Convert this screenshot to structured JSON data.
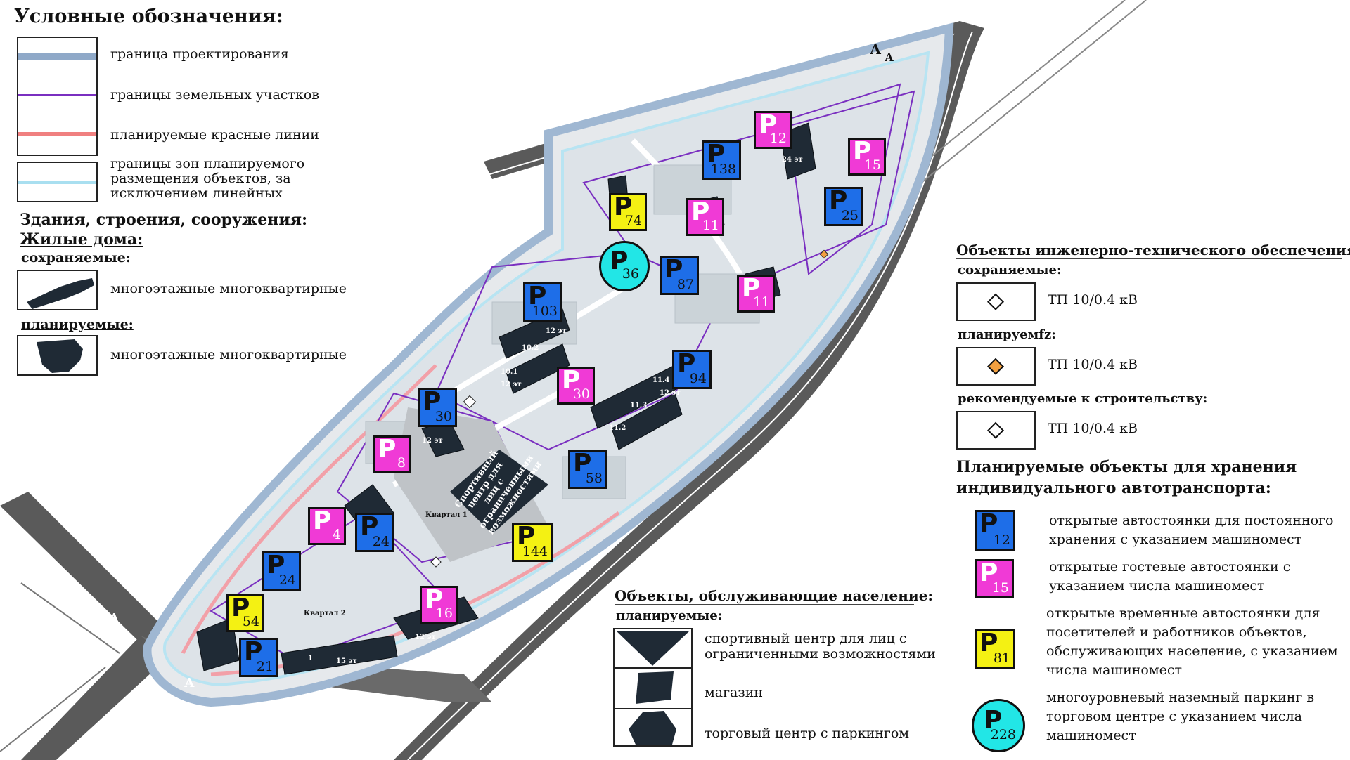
{
  "legend": {
    "title": "Условные обозначения:",
    "boundaries": [
      {
        "label": "граница проектирования",
        "color": "#8fa9c8"
      },
      {
        "label": "границы земельных участков",
        "color": "#7a2fc0"
      },
      {
        "label": "планируемые красные линии",
        "color": "#f08080"
      },
      {
        "label": "границы зон планируемого размещения объектов, за исключением линейных",
        "color": "#a9dff0"
      }
    ],
    "buildings_title": "Здания, строения, сооружения:",
    "residential_title": "Жилые дома:",
    "kept_label": "сохраняемые:",
    "kept_item": "многоэтажные многоквартирные",
    "planned_label": "планируемые:",
    "planned_item": "многоэтажные многоквартирные"
  },
  "engineering": {
    "title": "Объекты инженерно-технического обеспечения:",
    "groups": [
      {
        "label": "сохраняемые:",
        "item": "ТП 10/0.4 кВ",
        "icon": "transformer-icon-white"
      },
      {
        "label": "планируемfz:",
        "item": "ТП 10/0.4 кВ",
        "icon": "transformer-icon-orange"
      },
      {
        "label": "рекомендуемые к строительству:",
        "item": "ТП 10/0.4 кВ",
        "icon": "transformer-icon-white"
      }
    ]
  },
  "parking_legend": {
    "title_line1": "Планируемые объекты для хранения",
    "title_line2": "индивидуального автотранспорта:",
    "items": [
      {
        "letter": "P",
        "count": "12",
        "kind": "blue",
        "text": "открытые автостоянки для постоянного хранения с указанием машиномест"
      },
      {
        "letter": "P",
        "count": "15",
        "kind": "pink",
        "text": "открытые гостевые автостоянки с указанием числа машиномест"
      },
      {
        "letter": "P",
        "count": "81",
        "kind": "yellow",
        "text": "открытые временные автостоянки для посетителей и работников объектов, обслуживающих население, с указанием числа машиномест"
      },
      {
        "letter": "P",
        "count": "228",
        "kind": "cyan",
        "text": "многоуровневый наземный паркинг в торговом центре с указанием числа машиномест"
      }
    ]
  },
  "services": {
    "title": "Объекты, обслуживающие население:",
    "planned_label": "планируемые:",
    "items": [
      {
        "text": "спортивный центр для лиц с ограниченными возможностями",
        "icon": "sports-center-icon"
      },
      {
        "text": "магазин",
        "icon": "shop-icon"
      },
      {
        "text": "торговый центр с паркингом",
        "icon": "mall-icon"
      }
    ]
  },
  "map": {
    "colors": {
      "road": "#5a5a5a",
      "boundary": "#9fb7d2",
      "plot": "#7a2fc0",
      "red_line": "#f2a0a8",
      "zone": "#b8e4f2",
      "site": "#e2e6ea",
      "building": "#1f2a35"
    },
    "section_marks": [
      "А",
      "А",
      "А",
      "А"
    ],
    "quarter_labels": [
      "Квартал 1",
      "Квартал 2"
    ],
    "sport_center_label": "Спортивный центр для лиц с ограниченными возможностями",
    "building_labels": [
      "10.1",
      "10.2",
      "11.4",
      "11.3",
      "11.2",
      "24 эт",
      "12 эт",
      "12 эт",
      "12 эт",
      "12 эт",
      "12 эт",
      "1",
      "15 эт"
    ],
    "parkings": [
      {
        "kind": "pink",
        "count": "12"
      },
      {
        "kind": "blue",
        "count": "138"
      },
      {
        "kind": "pink",
        "count": "15"
      },
      {
        "kind": "blue",
        "count": "25"
      },
      {
        "kind": "yellow",
        "count": "74"
      },
      {
        "kind": "pink",
        "count": "11"
      },
      {
        "kind": "cyan",
        "count": "36"
      },
      {
        "kind": "blue",
        "count": "87"
      },
      {
        "kind": "pink",
        "count": "11"
      },
      {
        "kind": "blue",
        "count": "103"
      },
      {
        "kind": "blue",
        "count": "94"
      },
      {
        "kind": "pink",
        "count": "30"
      },
      {
        "kind": "blue",
        "count": "30"
      },
      {
        "kind": "pink",
        "count": "8"
      },
      {
        "kind": "blue",
        "count": "58"
      },
      {
        "kind": "pink",
        "count": "4"
      },
      {
        "kind": "blue",
        "count": "24"
      },
      {
        "kind": "yellow",
        "count": "144"
      },
      {
        "kind": "blue",
        "count": "24"
      },
      {
        "kind": "pink",
        "count": "16"
      },
      {
        "kind": "yellow",
        "count": "54"
      },
      {
        "kind": "blue",
        "count": "21"
      }
    ]
  }
}
